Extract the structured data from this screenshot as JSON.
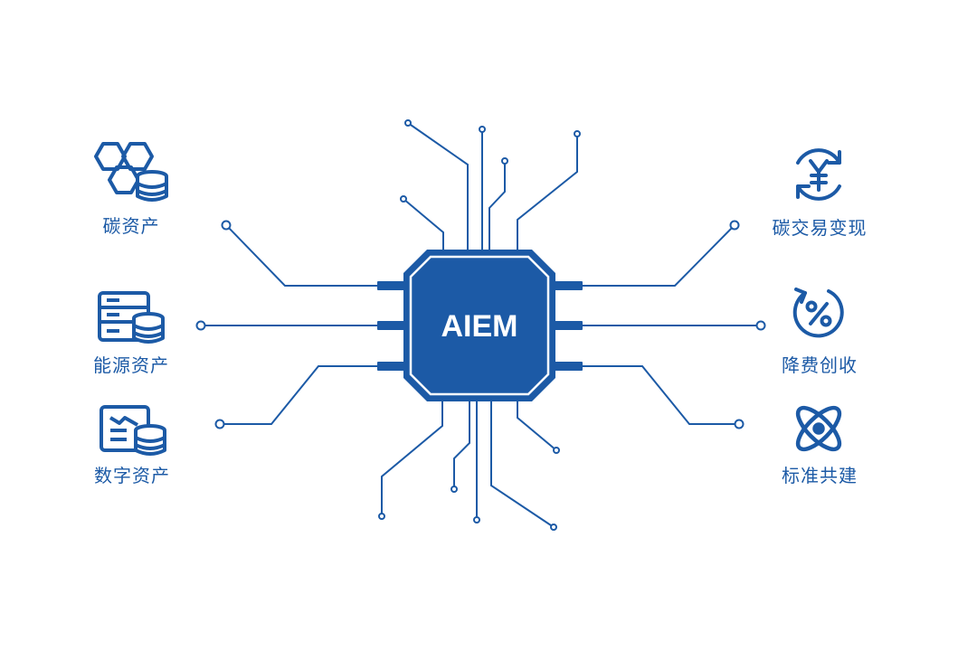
{
  "center": {
    "label": "AIEM"
  },
  "left_items": [
    {
      "label": "碳资产",
      "icon": "hexagon-database-icon"
    },
    {
      "label": "能源资产",
      "icon": "server-database-icon"
    },
    {
      "label": "数字资产",
      "icon": "document-chart-database-icon"
    }
  ],
  "right_items": [
    {
      "label": "碳交易变现",
      "icon": "yen-exchange-icon"
    },
    {
      "label": "降费创收",
      "icon": "percent-cycle-icon"
    },
    {
      "label": "标准共建",
      "icon": "atom-icon"
    }
  ],
  "colors": {
    "primary": "#1c5aa6",
    "chip_fill": "#1c5aa6",
    "chip_text": "#ffffff"
  }
}
